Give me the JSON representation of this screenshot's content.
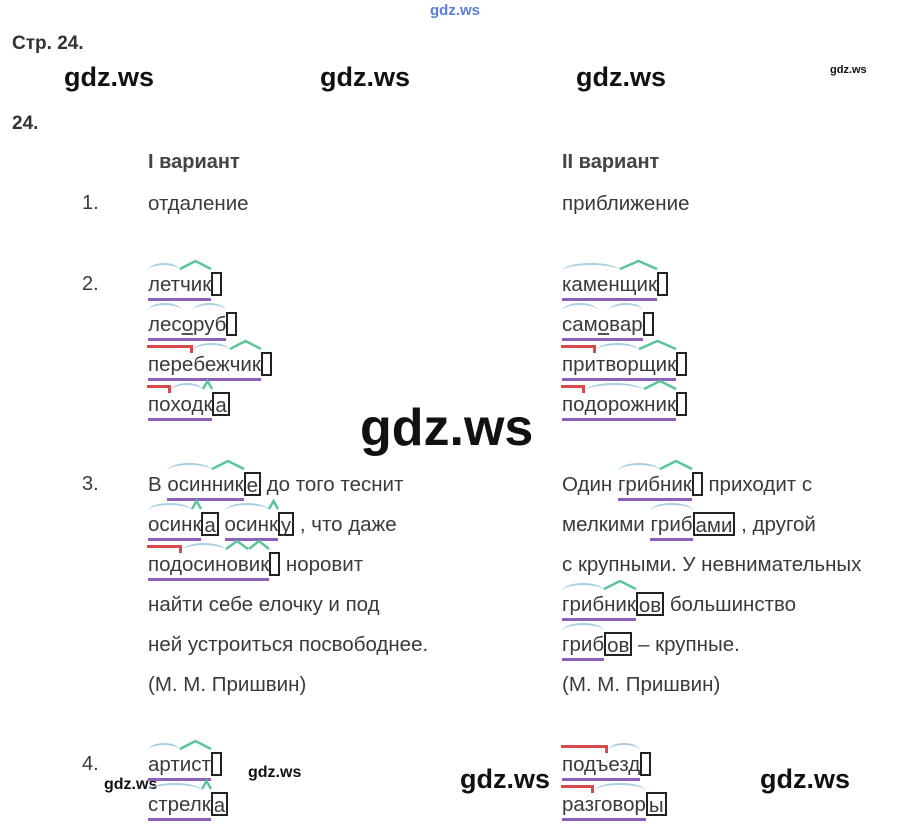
{
  "header": {
    "site_link": "gdz.ws",
    "page": "Стр. 24.",
    "exercise": "24."
  },
  "watermarks": [
    "gdz.ws",
    "gdz.ws",
    "gdz.ws",
    "gdz.ws",
    "gdz.ws",
    "gdz.ws",
    "gdz.ws",
    "gdz.ws",
    "gdz.ws"
  ],
  "variants": {
    "left": "I вариант",
    "right": "II вариант"
  },
  "colors": {
    "prefix": "#d9494b",
    "root": "#a9cee4",
    "suffix": "#5cc49a",
    "stem": "#8c62b8"
  },
  "items": [
    {
      "num": "1.",
      "left": [
        [
          {
            "text": "отдаление"
          }
        ]
      ],
      "right": [
        [
          {
            "text": "приближение"
          }
        ]
      ]
    },
    {
      "num": "2.",
      "left": [
        [
          {
            "word": [
              [
                "лет",
                "root"
              ],
              [
                "чик",
                "suffix"
              ],
              [
                "",
                "ending"
              ]
            ]
          }
        ],
        [
          {
            "word": [
              [
                "лес",
                "root"
              ],
              [
                "о",
                "link"
              ],
              [
                "руб",
                "root"
              ],
              [
                "",
                "ending"
              ]
            ]
          }
        ],
        [
          {
            "word": [
              [
                "пере",
                "prefix"
              ],
              [
                "беж",
                "root"
              ],
              [
                "чик",
                "suffix"
              ],
              [
                "",
                "ending"
              ]
            ]
          }
        ],
        [
          {
            "word": [
              [
                "по",
                "prefix"
              ],
              [
                "ход",
                "root"
              ],
              [
                "к",
                "suffix"
              ],
              [
                "а",
                "ending"
              ]
            ]
          }
        ]
      ],
      "right": [
        [
          {
            "word": [
              [
                "камен",
                "root"
              ],
              [
                "щик",
                "suffix"
              ],
              [
                "",
                "ending"
              ]
            ]
          }
        ],
        [
          {
            "word": [
              [
                "сам",
                "root"
              ],
              [
                "о",
                "link"
              ],
              [
                "вар",
                "root"
              ],
              [
                "",
                "ending"
              ]
            ]
          }
        ],
        [
          {
            "word": [
              [
                "при",
                "prefix"
              ],
              [
                "твор",
                "root"
              ],
              [
                "щик",
                "suffix"
              ],
              [
                "",
                "ending"
              ]
            ]
          }
        ],
        [
          {
            "word": [
              [
                "по",
                "prefix"
              ],
              [
                "дорож",
                "root"
              ],
              [
                "ник",
                "suffix"
              ],
              [
                "",
                "ending"
              ]
            ]
          }
        ]
      ]
    },
    {
      "num": "3.",
      "left": [
        [
          {
            "text": "В "
          },
          {
            "word": [
              [
                "осин",
                "root"
              ],
              [
                "ник",
                "suffix"
              ],
              [
                "е",
                "ending"
              ]
            ]
          },
          {
            "text": " до того теснит"
          }
        ],
        [
          {
            "word": [
              [
                "осин",
                "root"
              ],
              [
                "к",
                "suffix"
              ],
              [
                "а",
                "ending"
              ]
            ]
          },
          {
            "text": " "
          },
          {
            "word": [
              [
                "осин",
                "root"
              ],
              [
                "к",
                "suffix"
              ],
              [
                "у",
                "ending"
              ]
            ]
          },
          {
            "text": " , что даже"
          }
        ],
        [
          {
            "word": [
              [
                "под",
                "prefix"
              ],
              [
                "осин",
                "root"
              ],
              [
                "ов",
                "suffix"
              ],
              [
                "ик",
                "suffix"
              ],
              [
                "",
                "ending"
              ]
            ]
          },
          {
            "text": " норовит"
          }
        ],
        [
          {
            "text": "найти себе елочку и под"
          }
        ],
        [
          {
            "text": "ней устроиться посвободнее."
          }
        ],
        [
          {
            "text": "(М. М. Пришвин)"
          }
        ]
      ],
      "right": [
        [
          {
            "text": "Один "
          },
          {
            "word": [
              [
                "гриб",
                "root"
              ],
              [
                "ник",
                "suffix"
              ],
              [
                "",
                "ending"
              ]
            ]
          },
          {
            "text": " приходит с"
          }
        ],
        [
          {
            "text": "мелкими "
          },
          {
            "word": [
              [
                "гриб",
                "root"
              ],
              [
                "ами",
                "ending"
              ]
            ]
          },
          {
            "text": " , другой"
          }
        ],
        [
          {
            "text": "с крупными. У невнимательных"
          }
        ],
        [
          {
            "word": [
              [
                "гриб",
                "root"
              ],
              [
                "ник",
                "suffix"
              ],
              [
                "ов",
                "ending"
              ]
            ]
          },
          {
            "text": " большинство"
          }
        ],
        [
          {
            "word": [
              [
                "гриб",
                "root"
              ],
              [
                "ов",
                "ending"
              ]
            ]
          },
          {
            "text": " – крупные."
          }
        ],
        [
          {
            "text": "(М. М. Пришвин)"
          }
        ]
      ]
    },
    {
      "num": "4.",
      "left": [
        [
          {
            "word": [
              [
                "арт",
                "root"
              ],
              [
                "ист",
                "suffix"
              ],
              [
                "",
                "ending"
              ]
            ]
          }
        ],
        [
          {
            "word": [
              [
                "стрел",
                "root"
              ],
              [
                "к",
                "suffix"
              ],
              [
                "а",
                "ending"
              ]
            ]
          }
        ]
      ],
      "right": [
        [
          {
            "word": [
              [
                "подъ",
                "prefix"
              ],
              [
                "езд",
                "root"
              ],
              [
                "",
                "ending"
              ]
            ]
          }
        ],
        [
          {
            "word": [
              [
                "раз",
                "prefix"
              ],
              [
                "говор",
                "root"
              ],
              [
                "ы",
                "ending"
              ]
            ]
          }
        ]
      ]
    }
  ]
}
